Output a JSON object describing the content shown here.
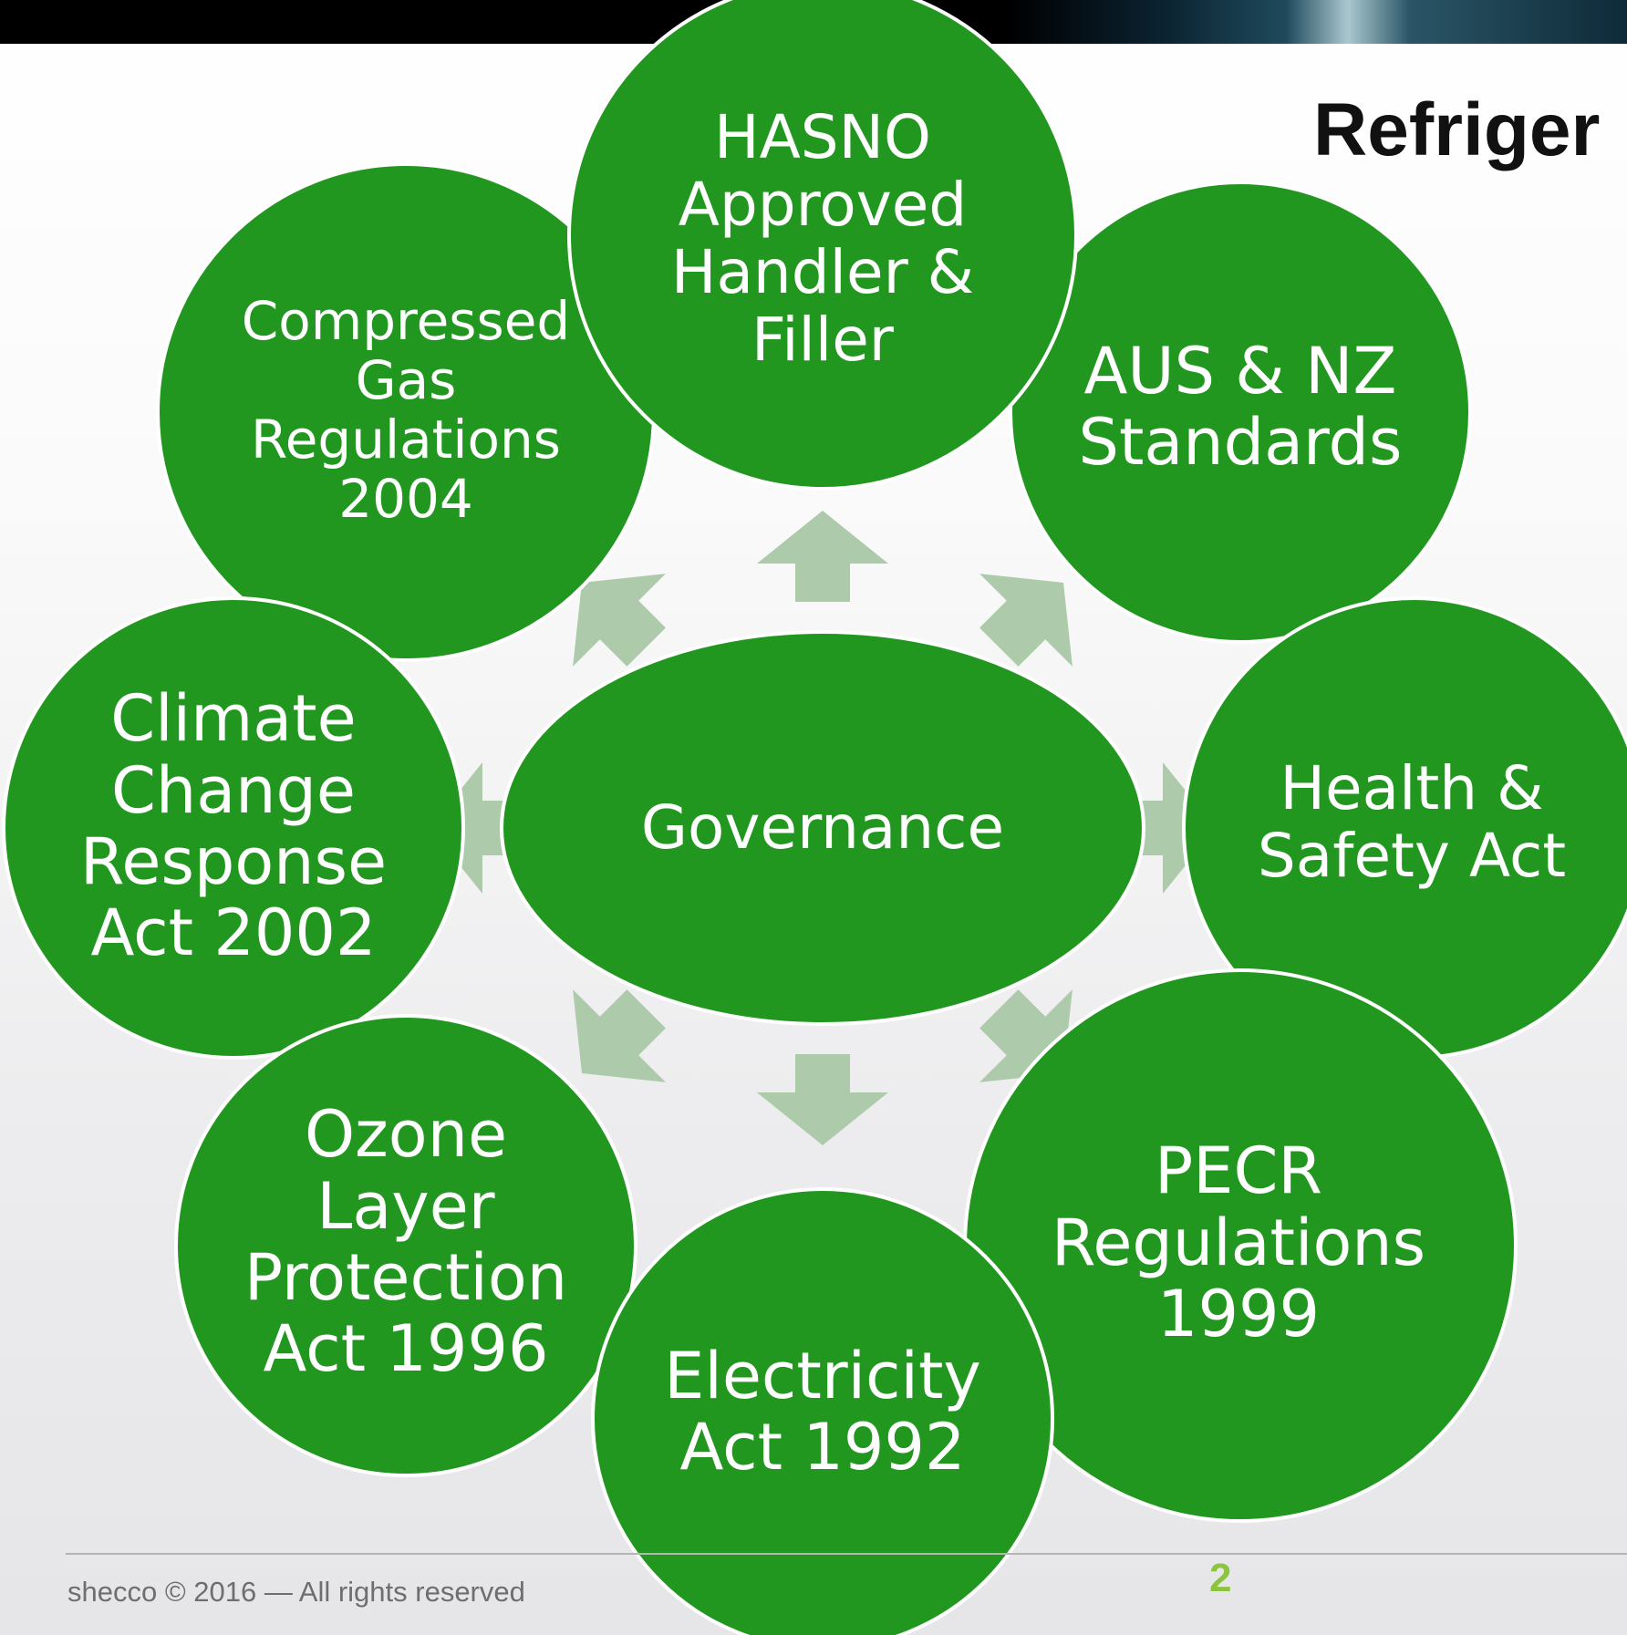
{
  "slide": {
    "title": "Refriger",
    "footer": "shecco © 2016 — All rights reserved",
    "page_number": "2"
  },
  "colors": {
    "node_fill": "#21971f",
    "node_border": "#ffffff",
    "arrow_fill": "#adcbab",
    "text": "#ffffff",
    "page_number": "#8cc43f"
  },
  "diagram": {
    "center": {
      "label": "Governance"
    },
    "nodes": [
      {
        "id": "hasno",
        "label": "HASNO\nApproved\nHandler &\nFiller"
      },
      {
        "id": "standards",
        "label": "AUS & NZ\nStandards"
      },
      {
        "id": "health-safety",
        "label": "Health &\nSafety Act"
      },
      {
        "id": "pecr",
        "label": "PECR\nRegulations\n1999"
      },
      {
        "id": "electricity",
        "label": "Electricity\nAct 1992"
      },
      {
        "id": "ozone",
        "label": "Ozone\nLayer\nProtection\nAct 1996"
      },
      {
        "id": "climate",
        "label": "Climate\nChange\nResponse\nAct 2002"
      },
      {
        "id": "compressed-gas",
        "label": "Compressed\nGas\nRegulations\n2004"
      }
    ]
  }
}
